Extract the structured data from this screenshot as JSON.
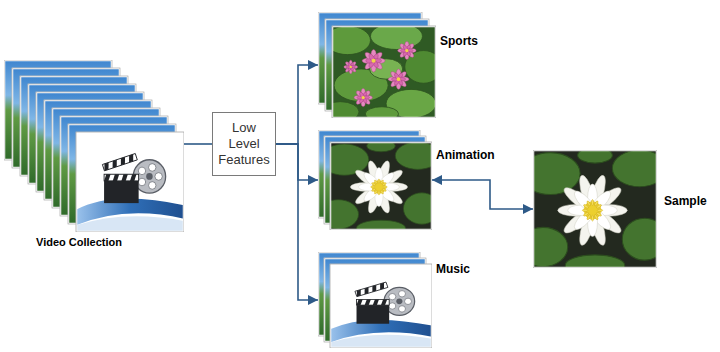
{
  "diagram": {
    "nodes": [
      {
        "text": [
          "Video Collection"
        ]
      },
      {
        "text": [
          "Low Level Features"
        ]
      },
      {
        "text": [
          "Sports"
        ]
      },
      {
        "text": [
          "Animation"
        ]
      },
      {
        "text": [
          "Music"
        ]
      },
      {
        "text": [
          "Sample"
        ]
      }
    ],
    "edges": [
      {
        "from": 0,
        "to": 1,
        "arrow": "none"
      },
      {
        "from": 1,
        "to": 2,
        "arrow": "to"
      },
      {
        "from": 1,
        "to": 3,
        "arrow": "to"
      },
      {
        "from": 1,
        "to": 4,
        "arrow": "to"
      },
      {
        "from": 3,
        "to": 5,
        "arrow": "both"
      }
    ]
  }
}
